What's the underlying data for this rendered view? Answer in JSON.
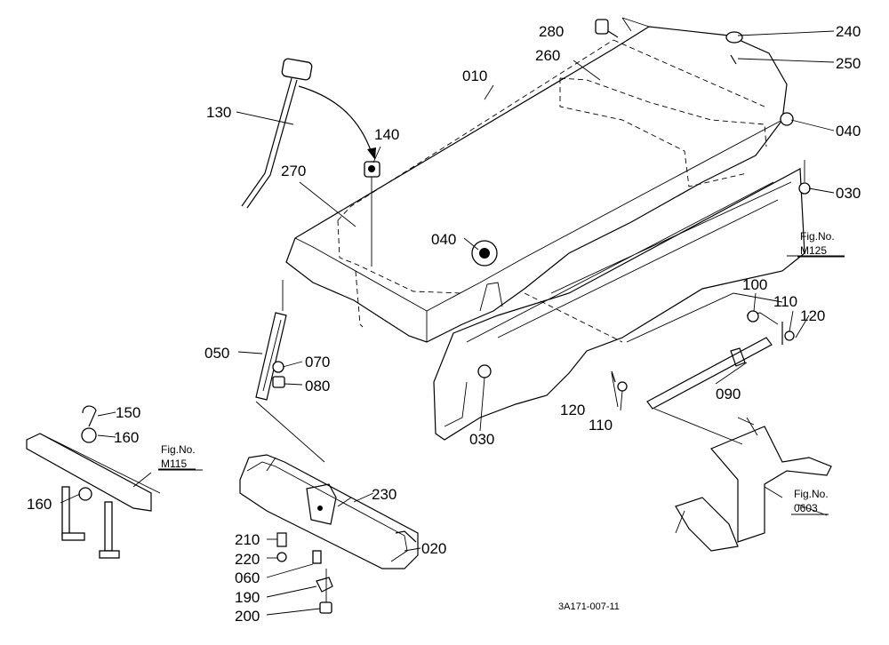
{
  "labels": {
    "p010": "010",
    "p020": "020",
    "p030a": "030",
    "p030b": "030",
    "p040a": "040",
    "p040b": "040",
    "p050": "050",
    "p060": "060",
    "p070": "070",
    "p080": "080",
    "p090": "090",
    "p100": "100",
    "p110a": "110",
    "p110b": "110",
    "p120a": "120",
    "p120b": "120",
    "p130": "130",
    "p140": "140",
    "p150": "150",
    "p160a": "160",
    "p160b": "160",
    "p190": "190",
    "p200": "200",
    "p210": "210",
    "p220": "220",
    "p230": "230",
    "p240": "240",
    "p250": "250",
    "p260": "260",
    "p270": "270",
    "p280": "280"
  },
  "figure_refs": {
    "m125": {
      "line1": "Fig.No.",
      "line2": "M125"
    },
    "m115": {
      "line1": "Fig.No.",
      "line2": "M115"
    },
    "o603": {
      "line1": "Fig.No.",
      "line2": "0603"
    }
  },
  "drawing_code": "3A171-007-11"
}
